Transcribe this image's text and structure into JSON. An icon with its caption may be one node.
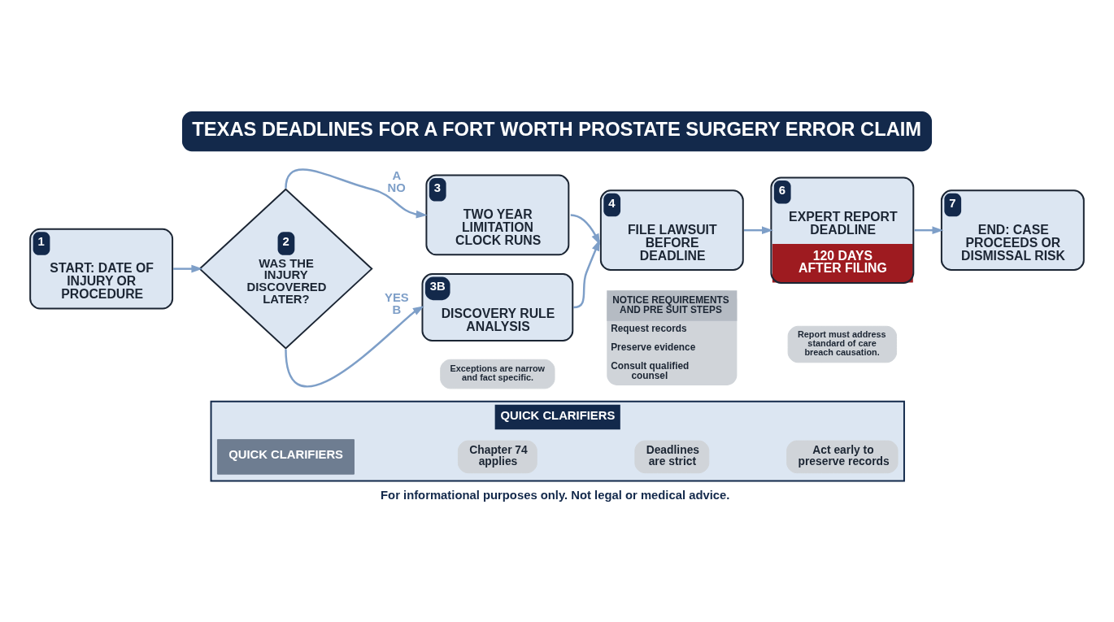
{
  "diagram": {
    "title": "TEXAS DEADLINES FOR A FORT WORTH PROSTATE SURGERY ERROR CLAIM",
    "caption": "For informational purposes only. Not legal or medical advice.",
    "nodes": [
      {
        "text": [
          "1",
          "START: DATE OF INJURY OR PROCEDURE"
        ]
      },
      {
        "text": [
          "2",
          "WAS THE INJURY DISCOVERED LATER?"
        ]
      },
      {
        "text": [
          "3",
          "TWO YEAR LIMITATION CLOCK RUNS"
        ]
      },
      {
        "text": [
          "3B",
          "DISCOVERY RULE ANALYSIS"
        ]
      },
      {
        "text": [
          "Exceptions are narrow and fact specific."
        ]
      },
      {
        "text": [
          "4",
          "FILE LAWSUIT BEFORE DEADLINE"
        ]
      },
      {
        "text": [
          "NOTICE REQUIREMENTS AND PRE SUIT STEPS",
          "Request records",
          "Preserve evidence",
          "Consult qualified counsel"
        ]
      },
      {
        "text": [
          "6",
          "EXPERT REPORT DEADLINE",
          "120 DAYS AFTER FILING"
        ]
      },
      {
        "text": [
          "Report must address standard of care breach causation."
        ]
      },
      {
        "text": [
          "7",
          "END: CASE PROCEEDS OR DISMISSAL RISK"
        ]
      },
      {
        "text": [
          "QUICK CLARIFIERS"
        ]
      },
      {
        "text": [
          "QUICK CLARIFIERS"
        ],
        "in": 10
      },
      {
        "text": [
          "Chapter 74 applies"
        ],
        "in": 10
      },
      {
        "text": [
          "Deadlines are strict"
        ],
        "in": 10
      },
      {
        "text": [
          "Act early to preserve records"
        ],
        "in": 10
      }
    ],
    "edges": [
      {
        "from": 0,
        "to": 1,
        "arrow": "to"
      },
      {
        "from": 1,
        "to": 2,
        "arrow": "to",
        "label": "A NO"
      },
      {
        "from": 1,
        "to": 3,
        "arrow": "to",
        "label": "YES B"
      },
      {
        "from": 2,
        "to": 5,
        "arrow": "to"
      },
      {
        "from": 3,
        "to": 5,
        "arrow": "to"
      },
      {
        "from": 5,
        "to": 7,
        "arrow": "to"
      },
      {
        "from": 7,
        "to": 9,
        "arrow": "to"
      }
    ]
  }
}
